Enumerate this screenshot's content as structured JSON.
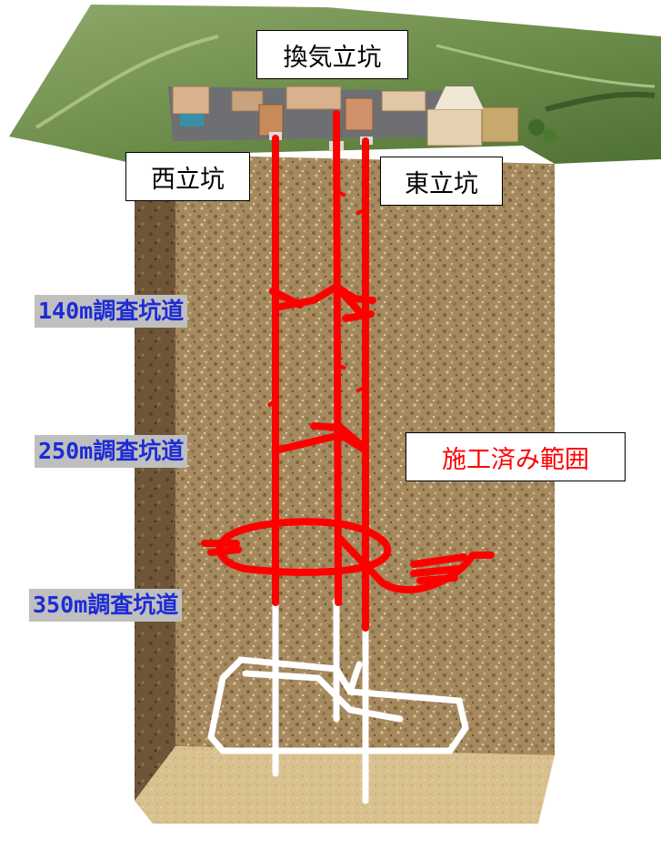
{
  "shafts": {
    "ventilation": "換気立坑",
    "west": "西立坑",
    "east": "東立坑"
  },
  "levels": [
    {
      "label": "140m調査坑道"
    },
    {
      "label": "250m調査坑道"
    },
    {
      "label": "350m調査坑道"
    }
  ],
  "legend": {
    "completed": "施工済み範囲"
  },
  "colors": {
    "completed": "#ff0000",
    "planned": "#ffffff",
    "level_text": "#1d2bd6",
    "level_bg": "#bfbfbf"
  }
}
